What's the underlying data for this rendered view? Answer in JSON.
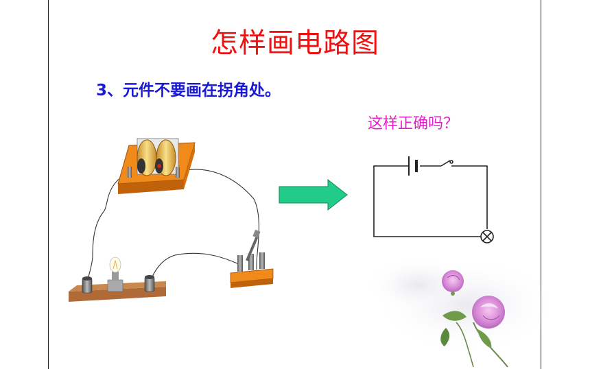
{
  "slide": {
    "title": "怎样画电路图",
    "rule": "3、元件不要画在拐角处。",
    "question": "这样正确吗？"
  },
  "colors": {
    "title": "#ee1111",
    "rule": "#1a1ad6",
    "question": "#e020c8",
    "arrow": "#22cc88",
    "board": "#f08a1a",
    "wood": "#b06a38"
  },
  "icons": [
    "battery-holder-icon",
    "bulb-board-icon",
    "knife-switch-icon",
    "arrow-right-icon",
    "battery-symbol",
    "switch-symbol",
    "lamp-symbol",
    "rose-decoration"
  ]
}
